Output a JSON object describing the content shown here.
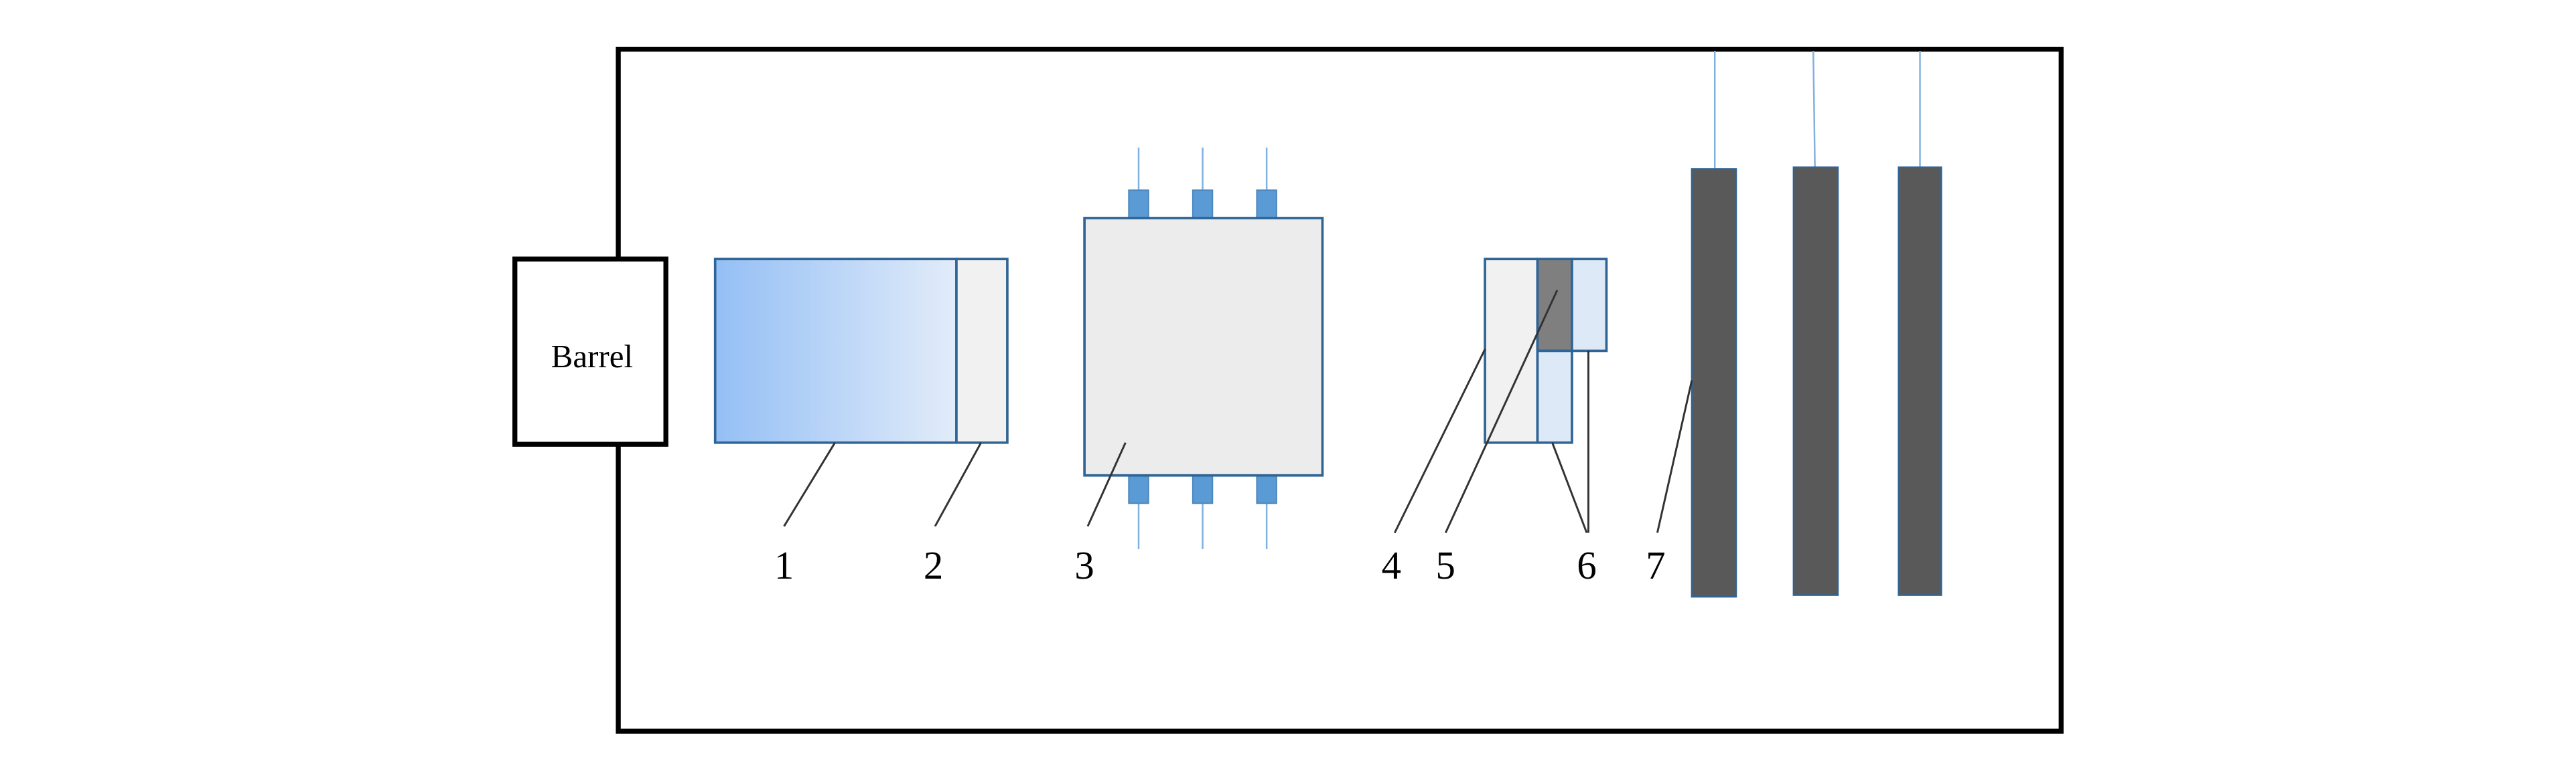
{
  "diagram": {
    "barrel_label": "Barrel",
    "labels": [
      "1",
      "2",
      "3",
      "4",
      "5",
      "6",
      "7"
    ],
    "colors": {
      "frame": "#000000",
      "outline": "#2f6596",
      "gradient_start": "#94bff5",
      "gradient_end": "#e2ecf9",
      "light_gray": "#f1f1f1",
      "box_gray": "#ececec",
      "tab_blue": "#5b9bd5",
      "lead_blue": "#7fb0e0",
      "dark_gray": "#7f7f7f",
      "pale_blue": "#dde9f6",
      "plate": "#595959",
      "leader": "#333333"
    }
  }
}
